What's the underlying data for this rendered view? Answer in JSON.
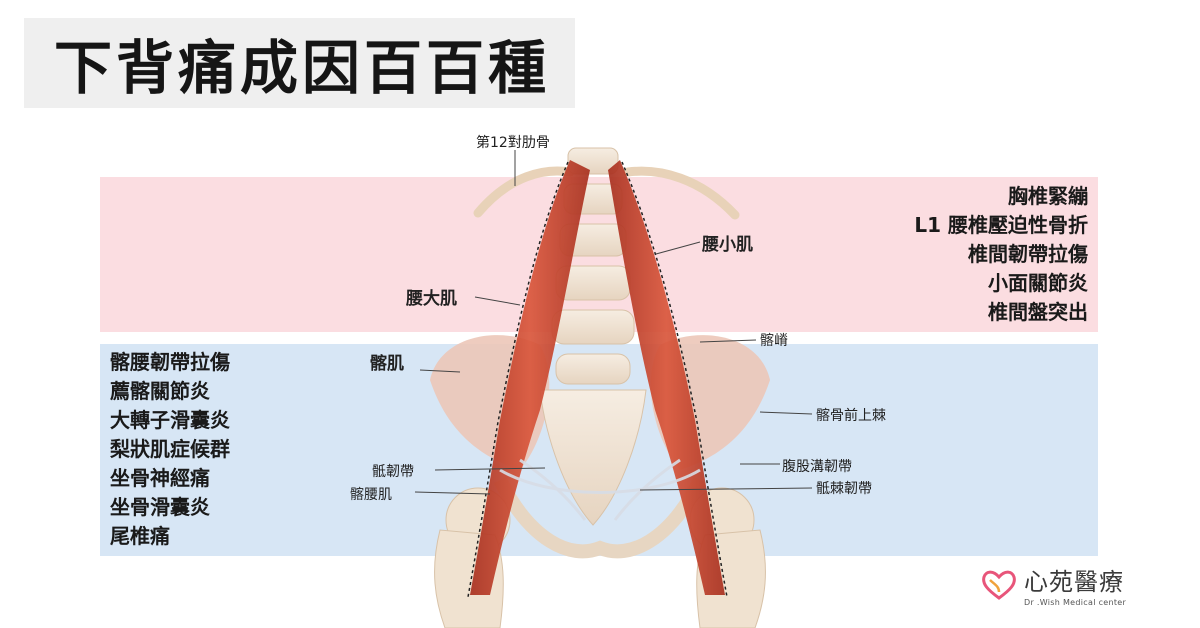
{
  "title": "下背痛成因百百種",
  "upper_causes": [
    "胸椎緊繃",
    "L1 腰椎壓迫性骨折",
    "椎間韌帶拉傷",
    "小面關節炎",
    "椎間盤突出"
  ],
  "lower_causes": [
    "髂腰韌帶拉傷",
    "薦髂關節炎",
    "大轉子滑囊炎",
    "梨狀肌症候群",
    "坐骨神經痛",
    "坐骨滑囊炎",
    "尾椎痛"
  ],
  "labels": {
    "rib12": "第12對肋骨",
    "psoas_minor": "腰小肌",
    "psoas_major": "腰大肌",
    "iliacus": "髂肌",
    "iliac_crest": "髂嵴",
    "asis": "髂骨前上棘",
    "sacrotuberous": "骶韌帶",
    "iliopsoas": "髂腰肌",
    "inguinal": "腹股溝韌帶",
    "sacrospinous": "骶棘韌帶"
  },
  "brand": {
    "name": "心苑醫療",
    "subtitle": "Dr .Wish Medical center"
  },
  "colors": {
    "pink_band": "#fad6da",
    "blue_band": "#cde0f2",
    "muscle": "#c8442e",
    "bone": "#f1e6d8",
    "logo_accent": "#e8557a"
  }
}
